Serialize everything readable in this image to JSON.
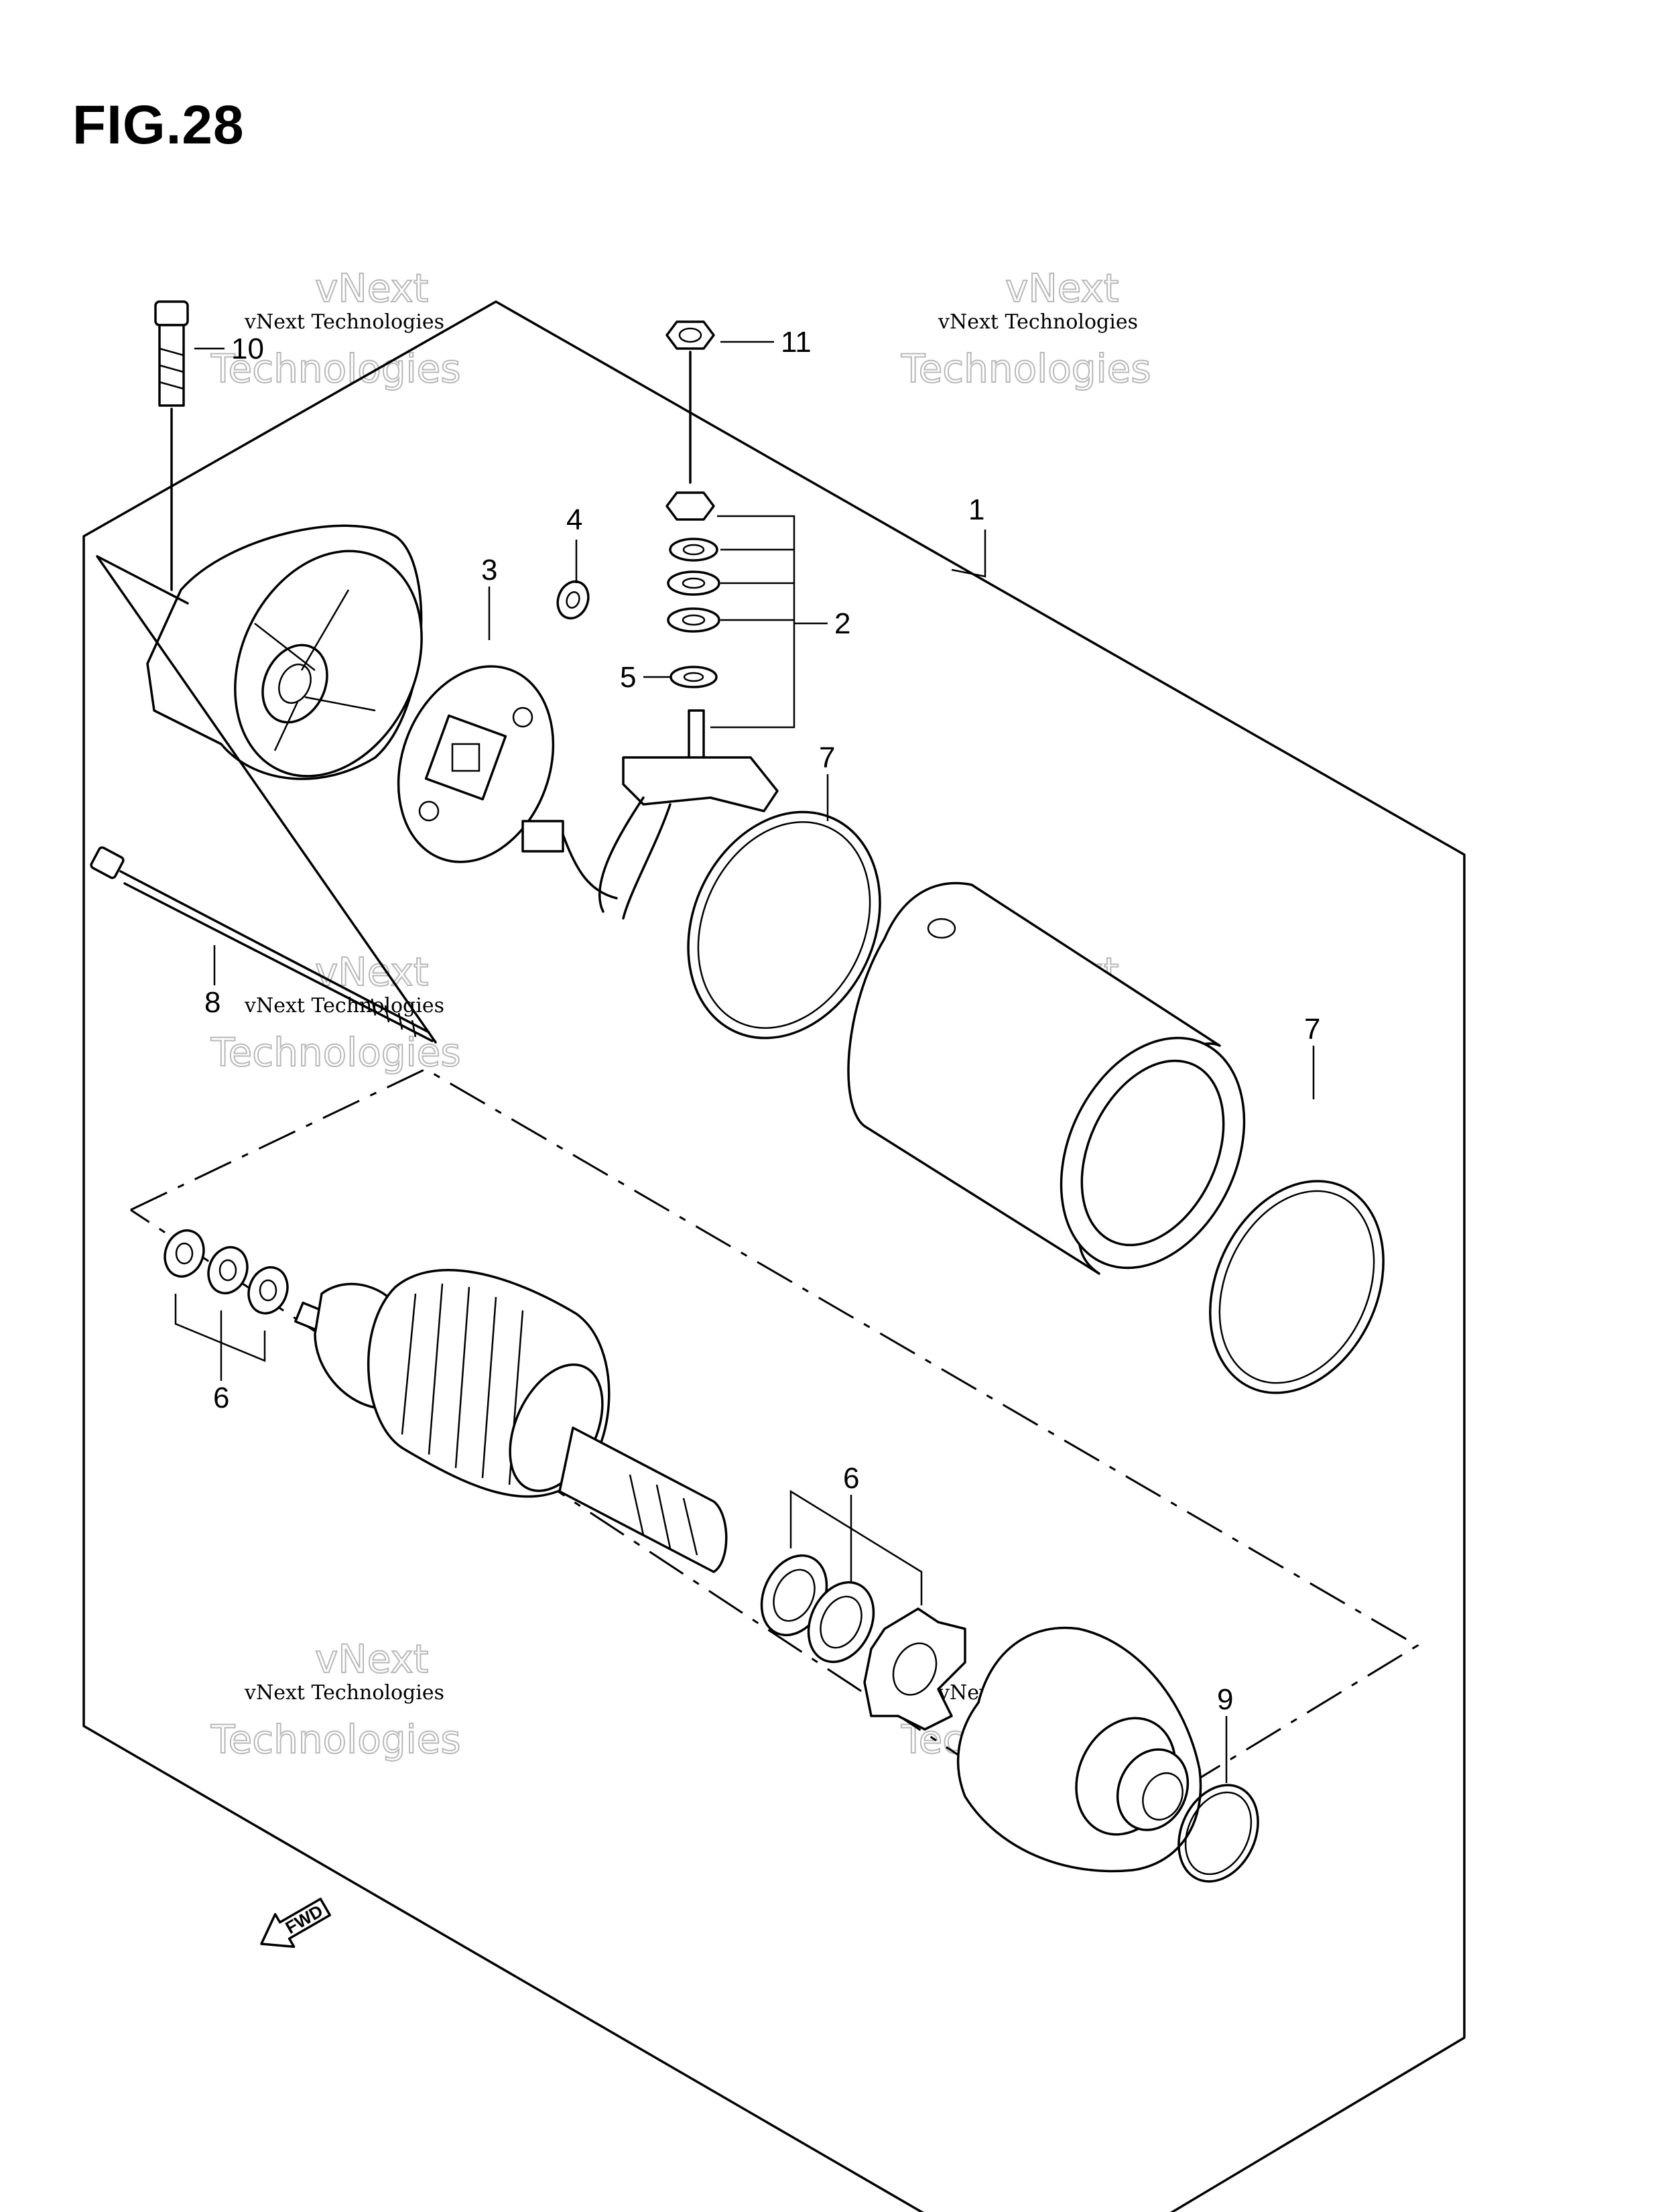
{
  "figure": {
    "title": "FIG.28"
  },
  "callouts": {
    "c1": "1",
    "c2": "2",
    "c3": "3",
    "c4": "4",
    "c5": "5",
    "c6a": "6",
    "c6b": "6",
    "c7a": "7",
    "c7b": "7",
    "c8": "8",
    "c9": "9",
    "c10": "10",
    "c11": "11"
  },
  "watermark": {
    "line1": "vNext Technologies",
    "line2": "vNext",
    "line3": "Technologies"
  },
  "direction_badge": {
    "label": "FWD"
  },
  "icons": [
    "fwd-arrow-icon"
  ],
  "colors": {
    "ink": "#000000",
    "background": "#ffffff",
    "watermark": "#b8b8b8"
  }
}
